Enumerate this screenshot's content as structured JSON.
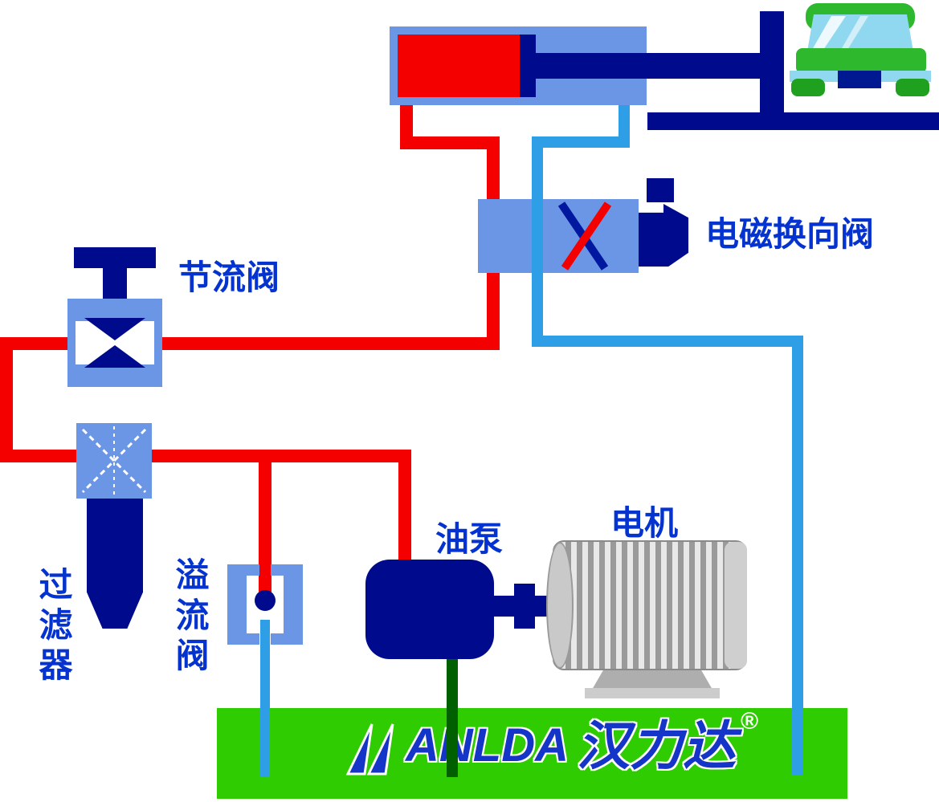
{
  "diagram": {
    "labels": {
      "throttle_valve": "节流阀",
      "solenoid_valve": "电磁换向阀",
      "filter": "过滤器",
      "relief_valve": "溢流阀",
      "oil_pump": "油泵",
      "motor": "电机"
    },
    "logo": {
      "latin": "ANLDA",
      "chinese": "汉力达",
      "registered": "®"
    },
    "colors": {
      "pressure_line": "#f50000",
      "return_line": "#2e9fe6",
      "component_blue": "#6b96e6",
      "navy": "#000a8c",
      "tank_green": "#2ecc00",
      "label_blue": "#0533cf",
      "drain_green": "#006000",
      "car_green": "#2db82d"
    }
  }
}
